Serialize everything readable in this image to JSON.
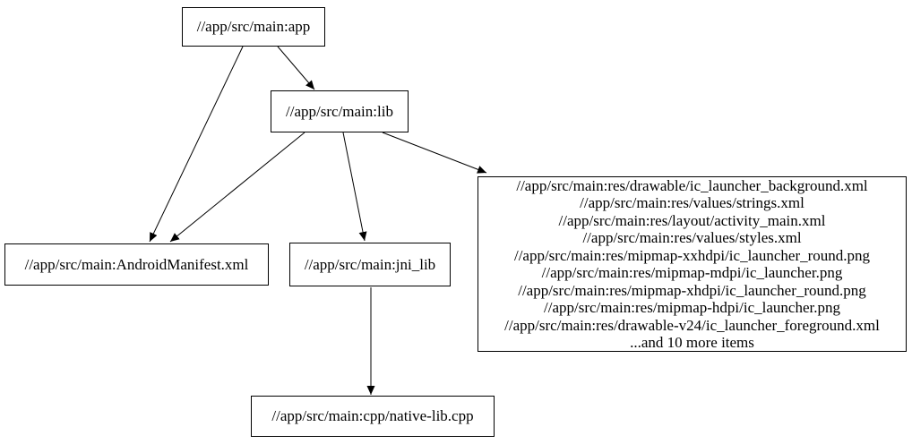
{
  "graph": {
    "colors": {
      "background": "#ffffff",
      "node_border": "#000000",
      "node_fill": "#ffffff",
      "edge": "#000000",
      "text": "#000000"
    },
    "nodes": {
      "app": {
        "label": "//app/src/main:app"
      },
      "lib": {
        "label": "//app/src/main:lib"
      },
      "manifest": {
        "label": "//app/src/main:AndroidManifest.xml"
      },
      "jni_lib": {
        "label": "//app/src/main:jni_lib"
      },
      "native_cpp": {
        "label": "//app/src/main:cpp/native-lib.cpp"
      },
      "res_group": {
        "lines": [
          "//app/src/main:res/drawable/ic_launcher_background.xml",
          "//app/src/main:res/values/strings.xml",
          "//app/src/main:res/layout/activity_main.xml",
          "//app/src/main:res/values/styles.xml",
          "//app/src/main:res/mipmap-xxhdpi/ic_launcher_round.png",
          "//app/src/main:res/mipmap-mdpi/ic_launcher.png",
          "//app/src/main:res/mipmap-xhdpi/ic_launcher_round.png",
          "//app/src/main:res/mipmap-hdpi/ic_launcher.png",
          "//app/src/main:res/drawable-v24/ic_launcher_foreground.xml",
          "...and 10 more items"
        ]
      }
    },
    "edges": [
      {
        "from": "app",
        "to": "lib"
      },
      {
        "from": "app",
        "to": "manifest"
      },
      {
        "from": "lib",
        "to": "manifest"
      },
      {
        "from": "lib",
        "to": "jni_lib"
      },
      {
        "from": "lib",
        "to": "res_group"
      },
      {
        "from": "jni_lib",
        "to": "native_cpp"
      }
    ]
  }
}
